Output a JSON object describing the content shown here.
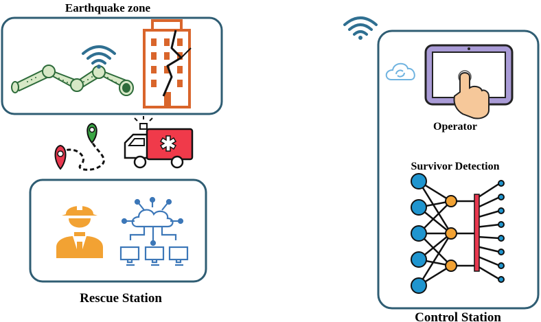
{
  "earthquake_zone": {
    "title": "Earthquake zone"
  },
  "rescue_station": {
    "title": "Rescue Station"
  },
  "control_station": {
    "title": "Control Station",
    "operator_label": "Operator",
    "detection_label": "Survivor Detection"
  },
  "colors": {
    "box_border": "#2f5d73",
    "box_fill": "#ffffff",
    "wifi": "#2f6f91",
    "building": "#d9652b",
    "robot_green": "#d7e8c6",
    "robot_outline": "#2d6b3a",
    "ambulance_red": "#f03a4a",
    "firefighter": "#f2a233",
    "cloud_network": "#3c77b8",
    "tablet_purple": "#a99bd6",
    "hand": "#f6c89a",
    "nn_blue": "#1f95cf",
    "nn_orange": "#f2a233",
    "nn_bar": "#e8384f",
    "cloud_sync": "#6fb3e0"
  },
  "icons": [
    "snake-robot-icon",
    "wifi-icon",
    "cracked-building-icon",
    "route-map-icon",
    "ambulance-icon",
    "firefighter-icon",
    "cloud-network-icon",
    "tablet-touch-icon",
    "cloud-sync-icon",
    "neural-network-icon"
  ]
}
